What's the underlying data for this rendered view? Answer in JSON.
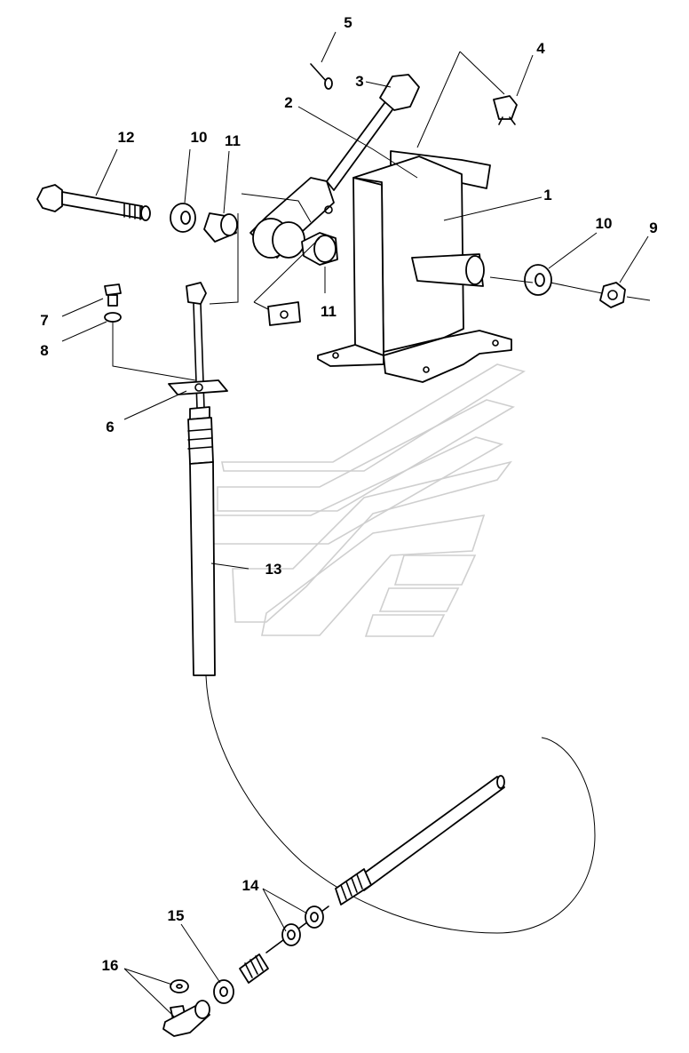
{
  "callouts": {
    "c1": "1",
    "c2": "2",
    "c3": "3",
    "c4": "4",
    "c5": "5",
    "c6": "6",
    "c7": "7",
    "c8": "8",
    "c9": "9",
    "c10a": "10",
    "c10b": "10",
    "c11a": "11",
    "c11b": "11",
    "c12": "12",
    "c13": "13",
    "c14": "14",
    "c15": "15",
    "c16": "16"
  }
}
